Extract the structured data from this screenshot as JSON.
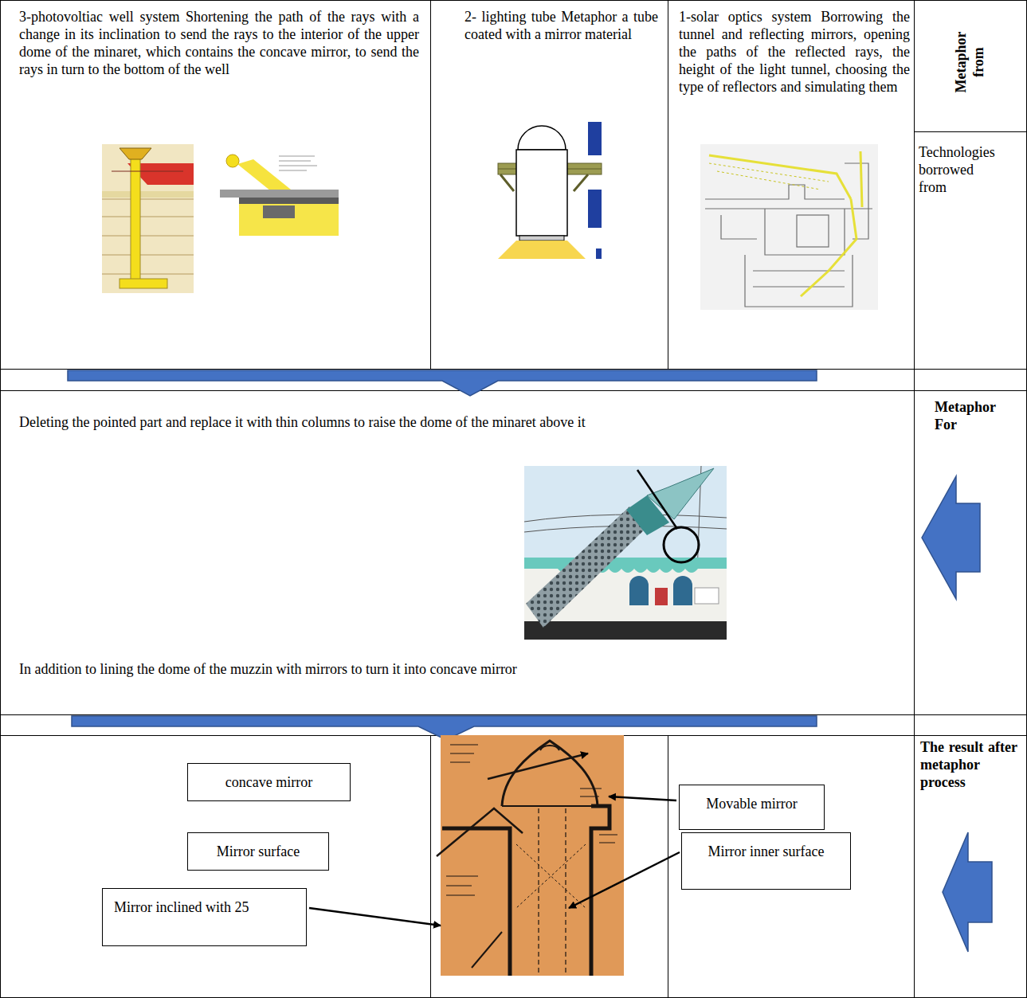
{
  "diagram": {
    "nodes": [
      {
        "text": [
          "3-photovoltiac well system Shortening the path of the rays with a change in its inclination to send the rays to the interior of the upper dome of the minaret, which contains the concave mirror, to send the rays in turn to the bottom of the well"
        ]
      },
      {
        "text": [
          "2- lighting tube Metaphor a tube coated with a mirror material"
        ]
      },
      {
        "text": [
          "1-solar optics system Borrowing the tunnel and reflecting mirrors, opening the paths of the reflected rays, the height of the light tunnel, choosing the type of reflectors and simulating them"
        ]
      },
      {
        "text": [
          "Metaphor from"
        ]
      },
      {
        "text": [
          "Technologies borrowed from"
        ]
      },
      {
        "text": [
          "Deleting the pointed part and replace it with thin columns to raise the dome of the minaret above it",
          "In addition to lining the dome of the muzzin with mirrors to turn it into concave mirror"
        ]
      },
      {
        "text": [
          "Metaphor For"
        ]
      },
      {
        "text": [
          "concave mirror"
        ]
      },
      {
        "text": [
          "Mirror surface"
        ]
      },
      {
        "text": [
          "Mirror inclined with 25"
        ]
      },
      {
        "text": [
          "Movable mirror"
        ]
      },
      {
        "text": [
          "Mirror inner surface"
        ]
      },
      {
        "text": [
          "The result after metaphor process"
        ]
      }
    ]
  }
}
